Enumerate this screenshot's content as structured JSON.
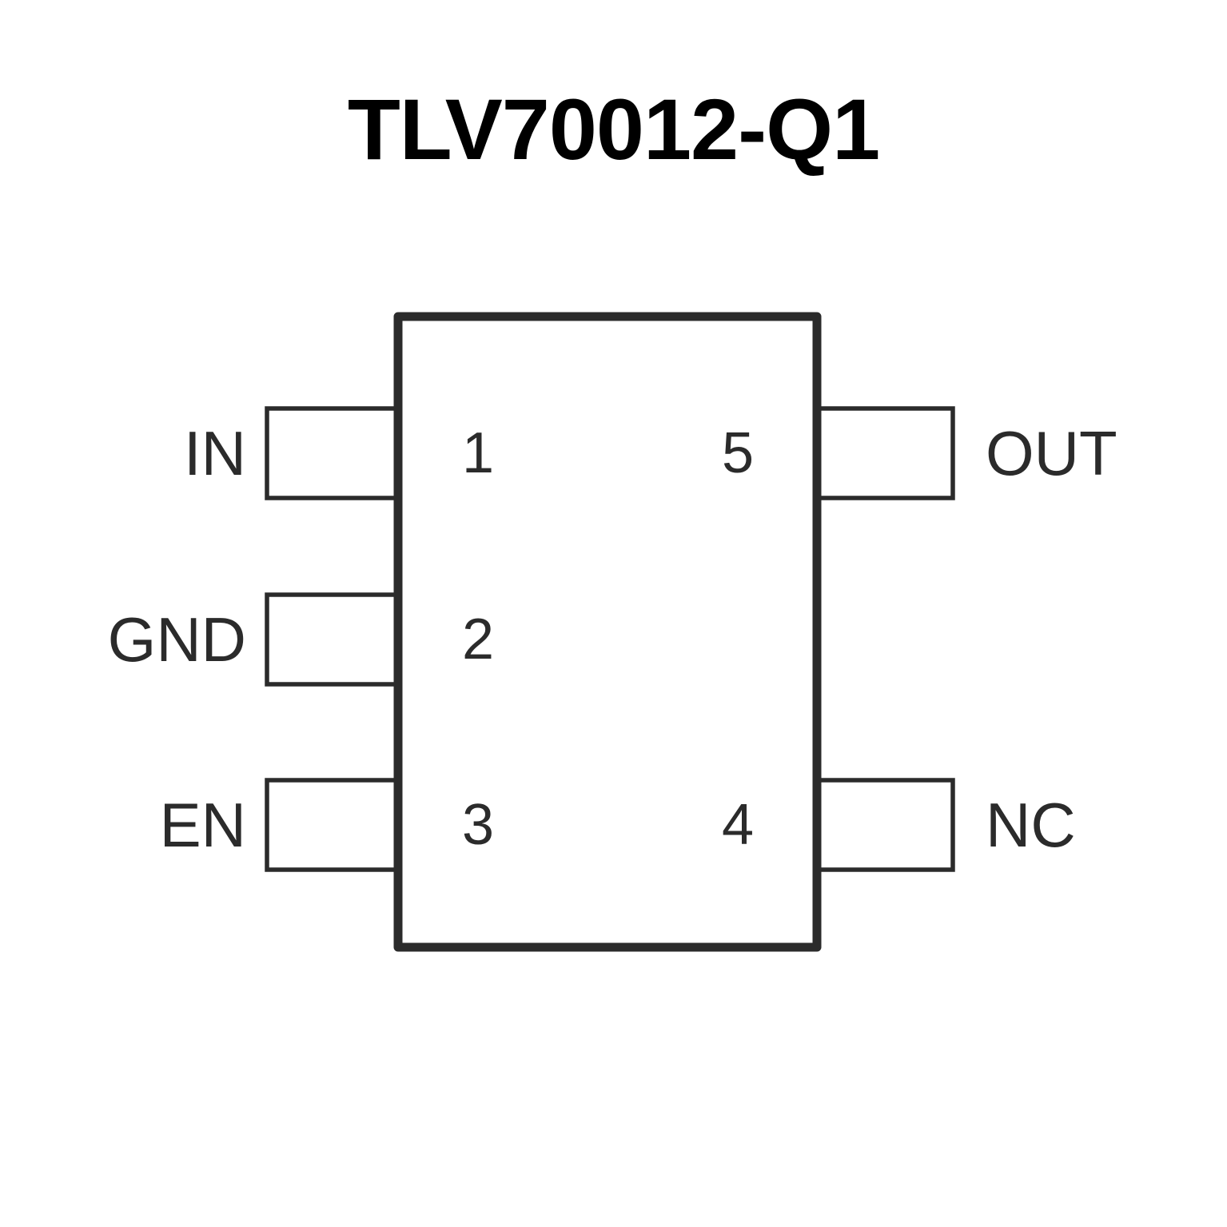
{
  "title": "TLV70012-Q1",
  "colors": {
    "stroke": "#2b2b2b",
    "title": "#000000",
    "background": "#ffffff"
  },
  "package": {
    "type": "SOT-23-5 pin diagram",
    "pin_count": 5
  },
  "pins": {
    "left": [
      {
        "number": "1",
        "label": "IN"
      },
      {
        "number": "2",
        "label": "GND"
      },
      {
        "number": "3",
        "label": "EN"
      }
    ],
    "right": [
      {
        "number": "5",
        "label": "OUT"
      },
      {
        "number": "4",
        "label": "NC"
      }
    ]
  }
}
